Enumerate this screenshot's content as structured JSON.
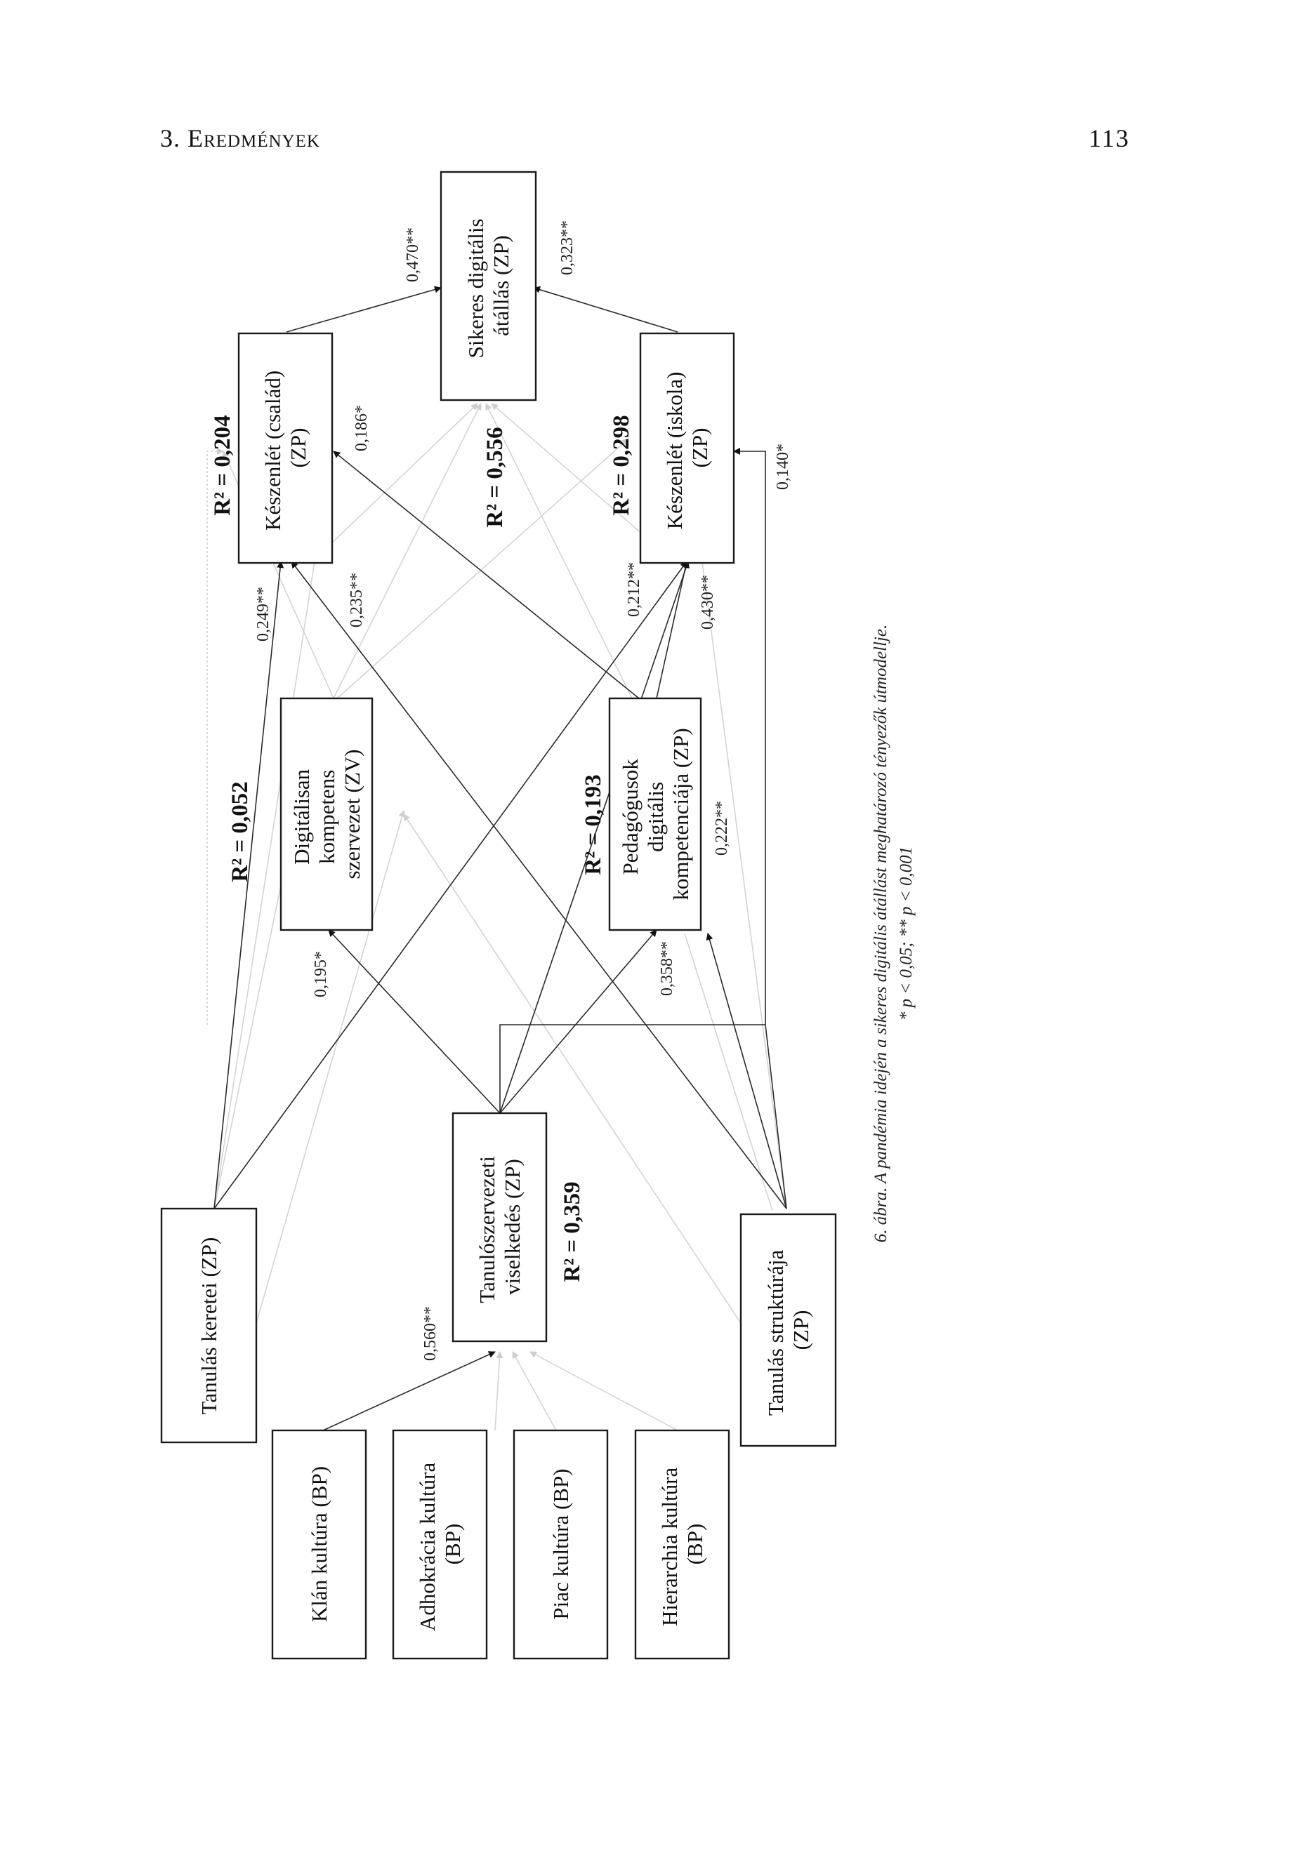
{
  "header": {
    "running_head": "3. Eredmények",
    "page_number": "113"
  },
  "nodes": {
    "sikeres": [
      "Sikeres digitális",
      "átállás (ZP)"
    ],
    "keszenlet_csalad": [
      "Készenlét (család)",
      "(ZP)"
    ],
    "keszenlet_iskola": [
      "Készenlét (iskola)",
      "(ZP)"
    ],
    "digitalisan": [
      "Digitálisan",
      "kompetens",
      "szervezet (ZV)"
    ],
    "pedagogusok": [
      "Pedagógusok",
      "digitális",
      "kompetenciája (ZP)"
    ],
    "tanulas_keretei": [
      "Tanulás keretei (ZP)"
    ],
    "tanuloszervezeti": [
      "Tanulószervezeti",
      "viselkedés (ZP)"
    ],
    "tanulas_strukturaja": [
      "Tanulás struktúrája",
      "(ZP)"
    ],
    "klan": [
      "Klán kultúra (BP)"
    ],
    "adhokracia": [
      "Adhokrácia kultúra",
      "(BP)"
    ],
    "piac": [
      "Piac kultúra (BP)"
    ],
    "hierarchia": [
      "Hierarchia kultúra",
      "(BP)"
    ]
  },
  "coefficients": {
    "c470": "0,470**",
    "c323": "0,323**",
    "c186": "0,186*",
    "c140": "0,140*",
    "c249": "0,249**",
    "c235": "0,235**",
    "c212": "0,212**",
    "c430": "0,430**",
    "c195": "0,195*",
    "c358": "0,358**",
    "c222": "0,222**",
    "c560": "0,560**"
  },
  "r_squared": {
    "csalad": "R² = 0,204",
    "sikeres": "R² = 0,556",
    "iskola": "R² = 0,298",
    "digitalisan": "R² = 0,052",
    "pedagogusok": "R² = 0,193",
    "tanuloszervezeti": "R² = 0,359"
  },
  "caption": {
    "title": "6. ábra. A pandémia idején a sikeres digitális átállást meghatározó tényezők útmodellje.",
    "note": "* p < 0,05; ** p < 0,001"
  }
}
